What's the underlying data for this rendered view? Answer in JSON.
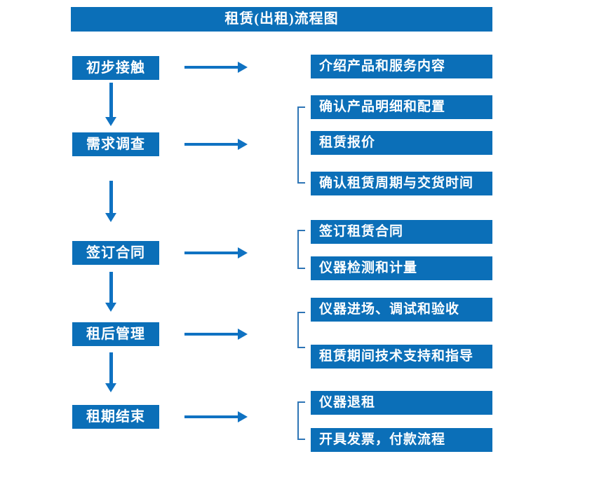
{
  "title": "租赁(出租)流程图",
  "colors": {
    "box_fill": "#0b6fb8",
    "arrow": "#0f72c2",
    "bracket": "#2e75b6",
    "text": "#ffffff",
    "background": "#ffffff"
  },
  "flow": [
    {
      "step": "初步接触",
      "outputs": [
        "介绍产品和服务内容"
      ]
    },
    {
      "step": "需求调查",
      "outputs": [
        "确认产品明细和配置",
        "租赁报价",
        "确认租赁周期与交货时间"
      ]
    },
    {
      "step": "签订合同",
      "outputs": [
        "签订租赁合同",
        "仪器检测和计量"
      ]
    },
    {
      "step": "租后管理",
      "outputs": [
        "仪器进场、调试和验收",
        "租赁期间技术支持和指导"
      ]
    },
    {
      "step": "租期结束",
      "outputs": [
        "仪器退租",
        "开具发票，付款流程"
      ]
    }
  ]
}
